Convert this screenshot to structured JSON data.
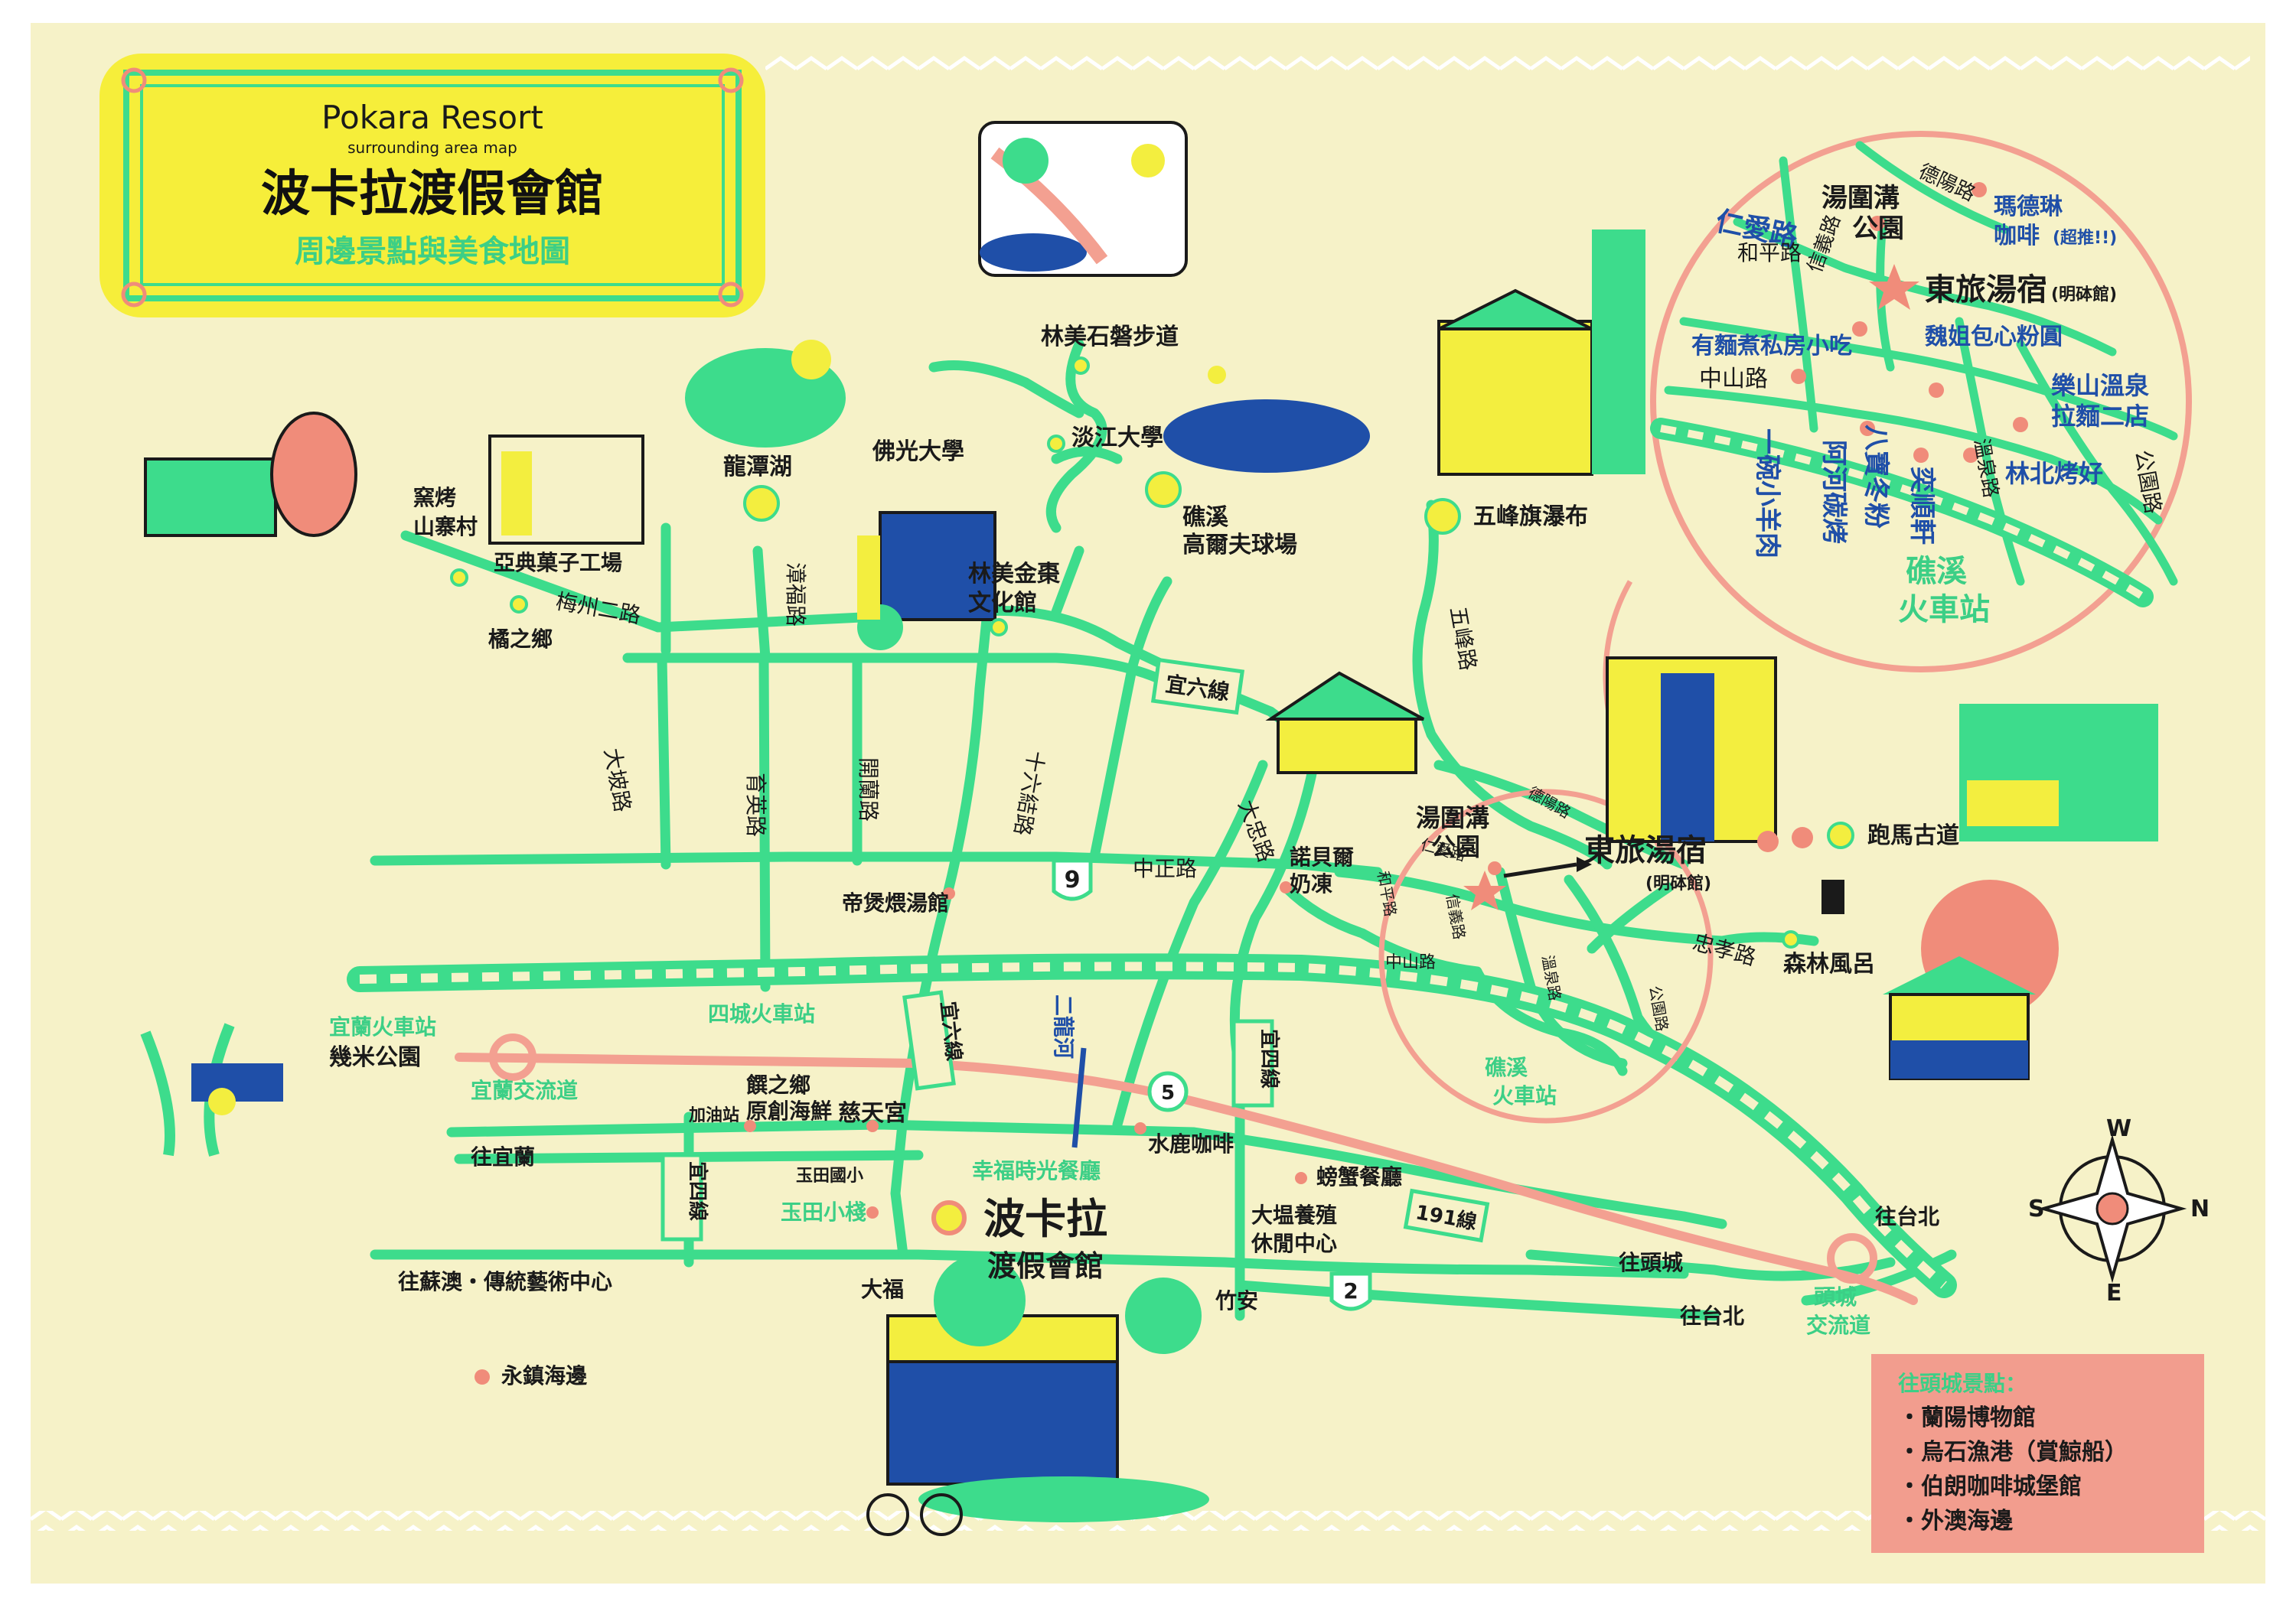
{
  "title": {
    "en_line1": "Pokara Resort",
    "en_line2": "surrounding area map",
    "zh_title": "波卡拉渡假會館",
    "zh_subtitle": "周邊景點與美食地圖"
  },
  "colors": {
    "paper": "#f6f2c8",
    "road": "#3ddc8c",
    "rail": "#3ddc8c",
    "pink_road": "#f3a091",
    "title_fill": "#f6ee3a",
    "title_frame": "#3ddc8c",
    "poi_yellow": "#f3ee3f",
    "poi_pink": "#f08c7a",
    "panel": "#f29d8e"
  },
  "attractions": {
    "linmei_trail": "林美石磐步道",
    "tamkang": "淡江大學",
    "foguang": "佛光大學",
    "longtan_lake": "龍潭湖",
    "kiln": "窯烤",
    "kiln2": "山寨村",
    "candy_factory": "亞典菓子工場",
    "orange_village": "橘之鄉",
    "jiaoxi_golf": "礁溪",
    "jiaoxi_golf2": "高爾夫球場",
    "wufeng_falls": "五峰旗瀑布",
    "linmei_museum": "林美金棗",
    "linmei_museum2": "文化館",
    "tangweigou_park": "湯圍溝",
    "tangweigou_park2": "公園",
    "dongly": "東旅湯宿",
    "dongly_sub": "(明砵館)",
    "paoma_trail": "跑馬古道",
    "forest_bath": "森林風呂",
    "nobel_milk": "諾貝爾",
    "nobel_milk2": "奶凍",
    "dibao_bath": "帝煲煨湯館",
    "wufeng_road_note": "五峰路",
    "yilan_station": "宜蘭火車站",
    "jimmy_park": "幾米公園",
    "sicheng_station": "四城火車站",
    "yilan_interchange": "宜蘭交流道",
    "to_yilan": "往宜蘭",
    "gas_station": "加油站",
    "bingzhixiang": "饌之鄉",
    "bingzhixiang2": "原創海鮮",
    "cifu_temple": "慈天宮",
    "happy_restaurant": "幸福時光餐廳",
    "shuilu_cafe": "水鹿咖啡",
    "yutian_xiaomi": "玉田國小",
    "yutian_xiaozhan": "玉田小棧",
    "pokara": "波卡拉",
    "pokara2": "渡假會館",
    "crab_restaurant": "螃蟹餐廳",
    "dakeng_farm": "大塭養殖",
    "dakeng_farm2": "休閒中心",
    "to_suao": "往蘇澳・傳統藝術中心",
    "dafu": "大福",
    "zhuan": "竹安",
    "yongzhen_beach": "永鎮海邊",
    "to_toucheng": "往頭城",
    "to_taipei": "往台北",
    "to_taipei2": "往台北",
    "toucheng_interchange": "頭城",
    "toucheng_interchange2": "交流道",
    "jiaoxi_station": "礁溪",
    "jiaoxi_station2": "火車站"
  },
  "roads": {
    "meizhou": "梅州二路",
    "zhangfu": "漳福路",
    "dapo": "大坡路",
    "yuying": "育英路",
    "kailan": "開蘭路",
    "shiliujie": "十六結路",
    "yi6_a": "宜六線",
    "yi6_b": "宜六線",
    "dazhong": "大忠路",
    "zhongzheng": "中正路",
    "zhongxiao": "忠孝路",
    "zhongshan": "中山路",
    "yi4_a": "宜四線",
    "yi4_b": "宜四線",
    "erlong": "二龍河",
    "route191": "191線",
    "route9": "9",
    "route5": "5",
    "route2": "2",
    "deyang": "德陽路",
    "renai": "仁愛路",
    "heping": "和平路",
    "xinyi": "信義路",
    "wenquan": "溫泉路",
    "gongyuan": "公園路"
  },
  "inset": {
    "deyang": "德陽路",
    "tangwei": "湯圍溝",
    "tangwei2": "公園",
    "madlin": "瑪德琳",
    "madlin2": "咖啡",
    "madlin_note": "(超推!!)",
    "renai": "仁愛路",
    "heping": "和平路",
    "xinyi": "信義路",
    "dongly": "東旅湯宿",
    "dongly_sub": "(明砵館)",
    "noodle": "有麵煮私房小吃",
    "weijie": "魏姐包心粉圓",
    "zhongshan": "中山路",
    "yueshan": "樂山溫泉",
    "yueshan2": "拉麵二店",
    "wenquan": "溫泉路",
    "gongyuan": "公園路",
    "lamb": "一碗小羊肉",
    "ahe": "阿河碳烤",
    "babao": "八寶冬粉",
    "yishun": "奕順軒",
    "linbei": "林北烤好",
    "station": "礁溪",
    "station2": "火車站"
  },
  "panel": {
    "heading": "往頭城景點：",
    "items": [
      "・蘭陽博物館",
      "・烏石漁港（賞鯨船）",
      "・伯朗咖啡城堡館",
      "・外澳海邊"
    ]
  },
  "compass": {
    "w": "W",
    "s": "S",
    "n": "N",
    "e": "E"
  }
}
